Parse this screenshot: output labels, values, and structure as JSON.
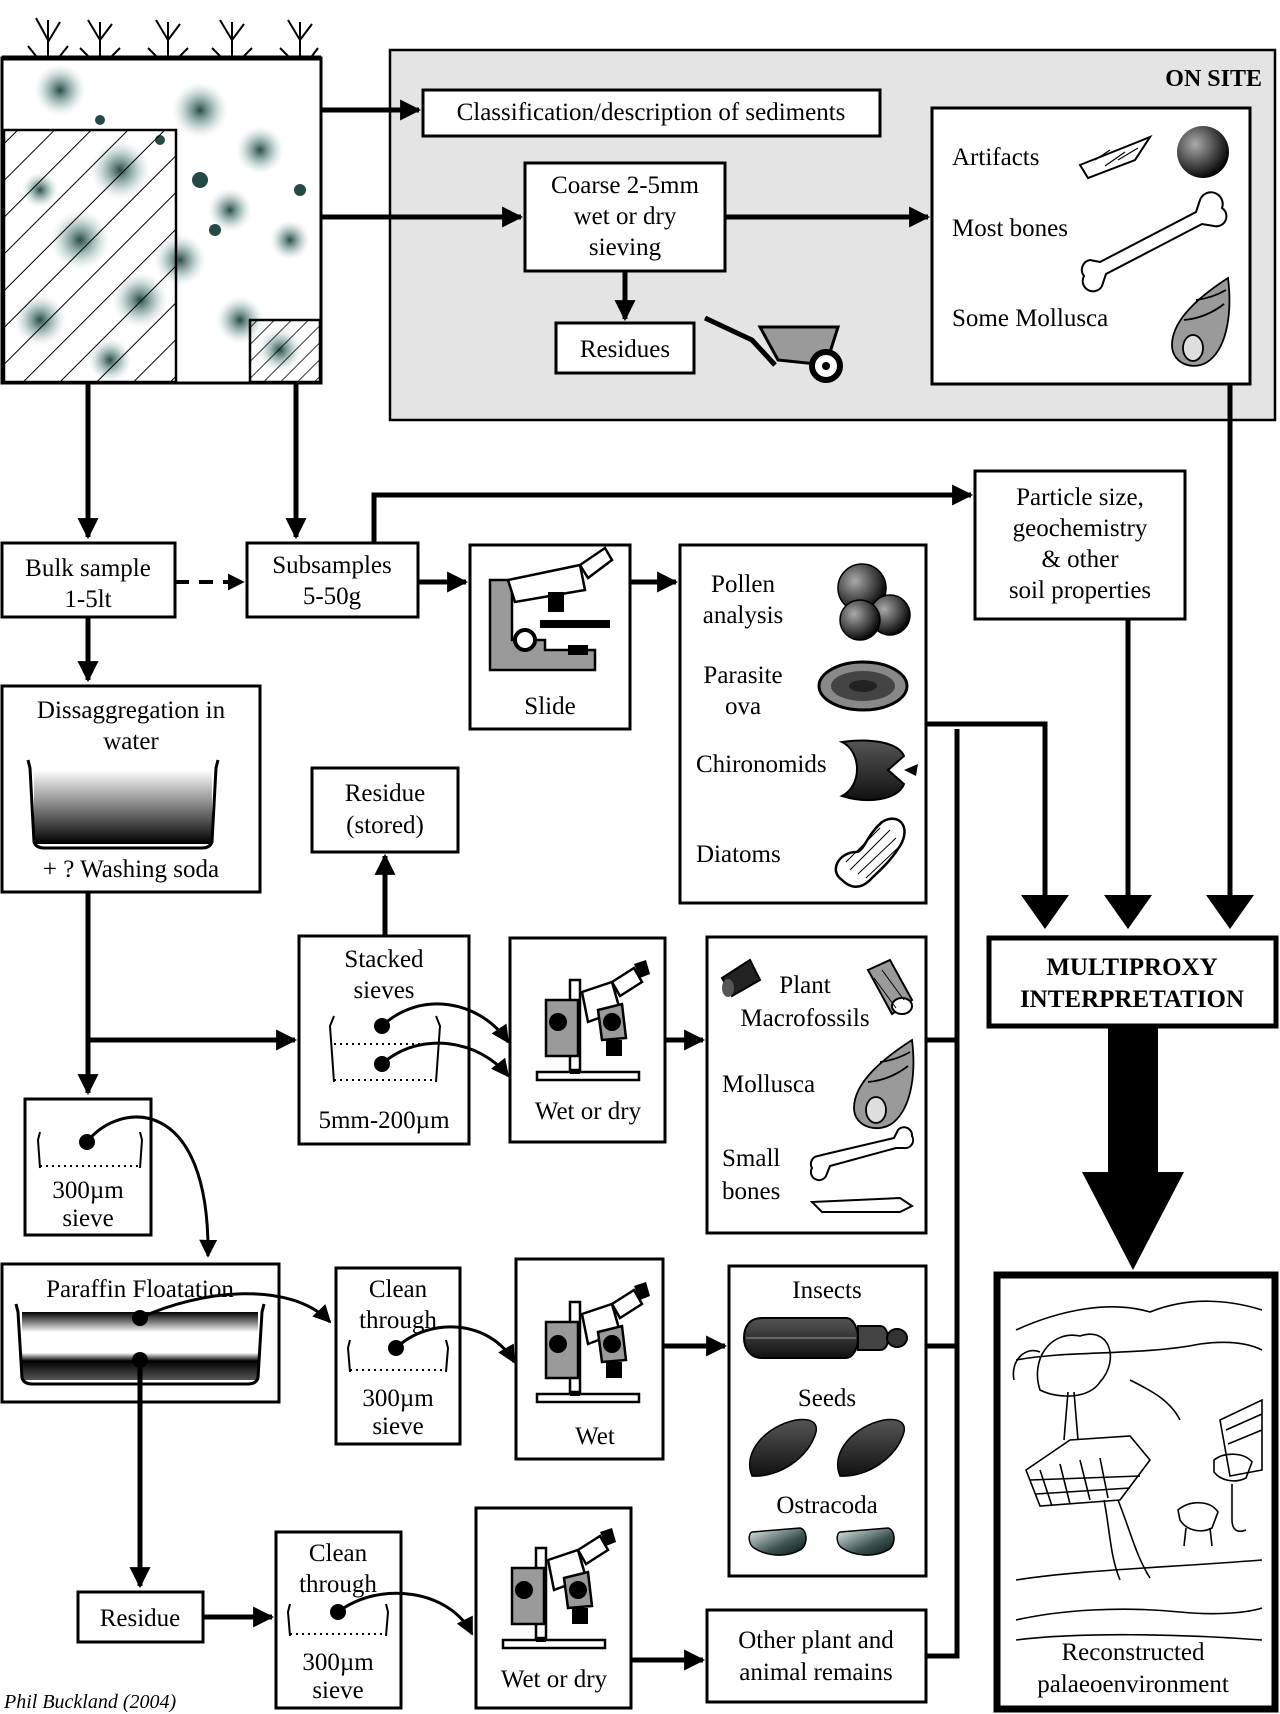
{
  "onsite": {
    "title": "ON SITE",
    "classification": "Classification/description of sediments",
    "coarse": [
      "Coarse  2-5mm",
      "wet or dry",
      "sieving"
    ],
    "residues": "Residues",
    "artifacts": "Artifacts",
    "most_bones": "Most bones",
    "some_mollusca": "Some Mollusca"
  },
  "bulk": [
    "Bulk sample",
    "1-5lt"
  ],
  "subsamples": [
    "Subsamples",
    "5-50g"
  ],
  "slide": "Slide",
  "particle": [
    "Particle size,",
    "geochemistry",
    "& other",
    "soil properties"
  ],
  "micro": {
    "pollen": [
      "Pollen",
      "analysis"
    ],
    "parasite": [
      "Parasite",
      "ova"
    ],
    "chironomids": "Chironomids",
    "diatoms": "Diatoms"
  },
  "disagg": [
    "Dissaggregation in",
    "water"
  ],
  "washing": "+ ? Washing soda",
  "residue_stored": [
    "Residue",
    "(stored)"
  ],
  "stacked": [
    "Stacked",
    "sieves"
  ],
  "stacked_size": "5mm-200µm",
  "wet_or_dry": "Wet or dry",
  "macro": {
    "plant": "Plant",
    "macrofossils": "Macrofossils",
    "mollusca": "Mollusca",
    "small_bones": [
      "Small",
      "bones"
    ]
  },
  "sieve300": [
    "300µm",
    "sieve"
  ],
  "paraffin": "Paraffin Floatation",
  "clean_through": [
    "Clean",
    "through"
  ],
  "wet": "Wet",
  "insects": "Insects",
  "seeds": "Seeds",
  "ostracoda": "Ostracoda",
  "residue": "Residue",
  "other": [
    "Other plant and",
    "animal remains"
  ],
  "multiproxy": [
    "MULTIPROXY",
    "INTERPRETATION"
  ],
  "reconstructed": [
    "Reconstructed",
    "palaeoenvironment"
  ],
  "credit": "Phil Buckland (2004)",
  "colors": {
    "onsite_panel": "#e4e4e4",
    "ink": "#000000",
    "grey_icon": "#9a9a9a"
  }
}
